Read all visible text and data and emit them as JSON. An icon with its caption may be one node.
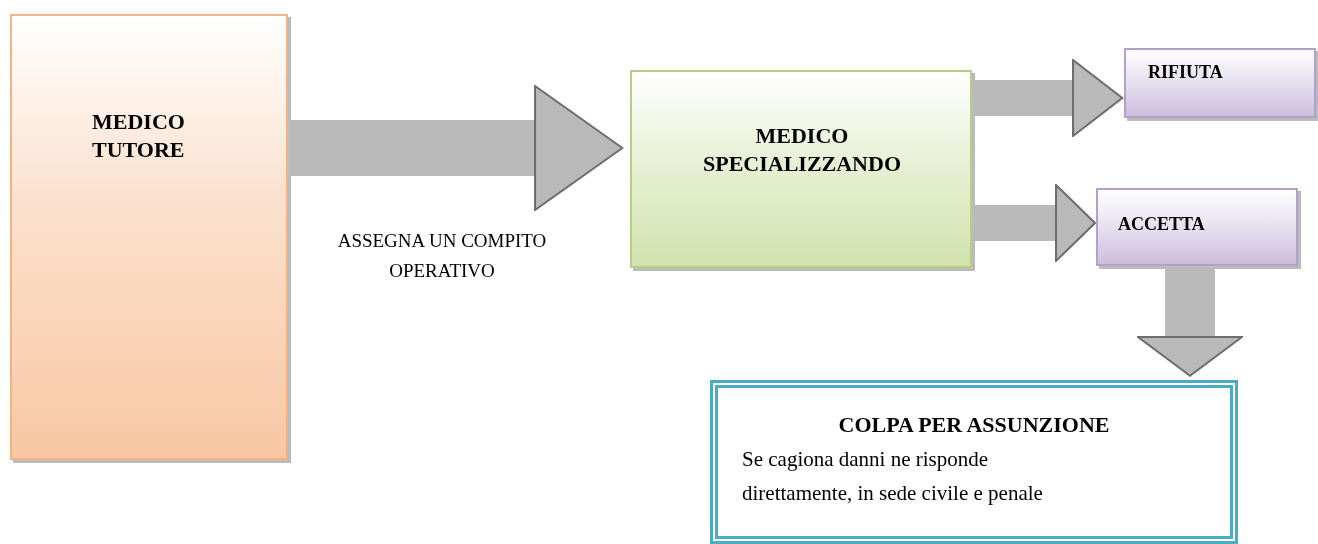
{
  "diagram": {
    "nodes": [
      {
        "text": [
          "MEDICO TUTORE"
        ]
      },
      {
        "text": [
          "MEDICO SPECIALIZZANDO"
        ]
      },
      {
        "text": [
          "RIFIUTA"
        ]
      },
      {
        "text": [
          "ACCETTA"
        ]
      },
      {
        "text": [
          "COLPA PER ASSUNZIONE",
          "Se cagiona danni ne risponde direttamente, in sede civile e penale"
        ]
      }
    ],
    "edges": [
      {
        "from": 0,
        "to": 1,
        "arrow": "to",
        "label": "ASSEGNA UN COMPITO OPERATIVO"
      },
      {
        "from": 1,
        "to": 2,
        "arrow": "to"
      },
      {
        "from": 1,
        "to": 3,
        "arrow": "to"
      },
      {
        "from": 3,
        "to": 4,
        "arrow": "to"
      }
    ]
  }
}
